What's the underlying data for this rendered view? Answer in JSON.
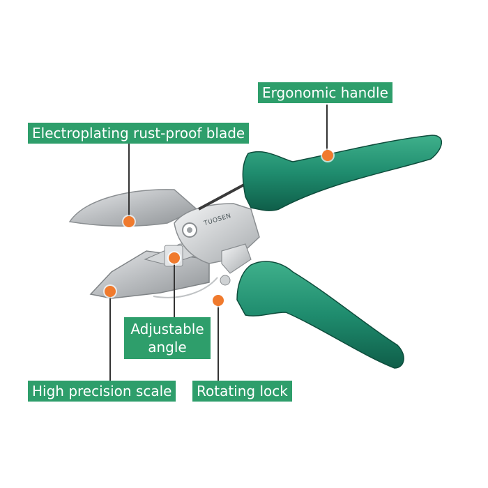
{
  "product": {
    "brand_mark": "TUOSEN",
    "colors": {
      "accent": "#2e9e6b",
      "handle": "#1f8c6e",
      "marker": "#f07a2d",
      "blade": "#c9ccce"
    }
  },
  "callouts": {
    "handle": "Ergonomic handle",
    "blade": "Electroplating rust-proof blade",
    "angle_line1": "Adjustable",
    "angle_line2": "angle",
    "scale": "High precision scale",
    "lock": "Rotating lock"
  }
}
